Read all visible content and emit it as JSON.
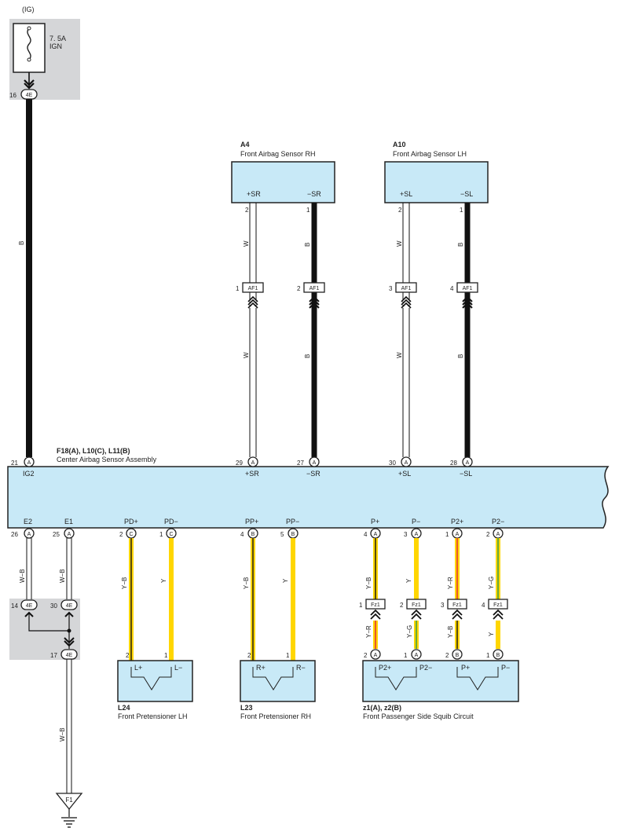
{
  "colors": {
    "box_fill": "#c8e9f7",
    "grey_fill": "#d5d6d8",
    "wire_black": "#111111",
    "wire_yellow": "#ffd600",
    "wire_red": "#e53935",
    "wire_green": "#43a047"
  },
  "fuse": {
    "ig_label": "(IG)",
    "rating": "7. 5A",
    "name": "IGN",
    "out_pin": "16",
    "out_conn": "4E",
    "wire_color": "B"
  },
  "a4": {
    "code": "A4",
    "name": "Front Airbag Sensor RH",
    "term_pos": "+SR",
    "term_neg": "−SR",
    "pin_pos": "2",
    "pin_neg": "1"
  },
  "a10": {
    "code": "A10",
    "name": "Front Airbag Sensor LH",
    "term_pos": "+SL",
    "term_neg": "−SL",
    "pin_pos": "2",
    "pin_neg": "1"
  },
  "af1": [
    {
      "pin": "1",
      "conn": "AF1",
      "wire": "W"
    },
    {
      "pin": "2",
      "conn": "AF1",
      "wire": "B"
    },
    {
      "pin": "3",
      "conn": "AF1",
      "wire": "W"
    },
    {
      "pin": "4",
      "conn": "AF1",
      "wire": "B"
    }
  ],
  "center": {
    "codes": "F18(A), L10(C), L11(B)",
    "name": "Center Airbag Sensor Assembly",
    "top_pins": [
      {
        "pin": "21",
        "conn": "A",
        "term": "IG2"
      },
      {
        "pin": "29",
        "conn": "A",
        "term": "+SR"
      },
      {
        "pin": "27",
        "conn": "A",
        "term": "−SR"
      },
      {
        "pin": "30",
        "conn": "A",
        "term": "+SL"
      },
      {
        "pin": "28",
        "conn": "A",
        "term": "−SL"
      }
    ],
    "bottom_pins": [
      {
        "pin": "26",
        "conn": "A",
        "term": "E2",
        "wire": "W−B"
      },
      {
        "pin": "25",
        "conn": "A",
        "term": "E1",
        "wire": "W−B"
      },
      {
        "pin": "2",
        "conn": "C",
        "term": "PD+",
        "wire": "Y−B"
      },
      {
        "pin": "1",
        "conn": "C",
        "term": "PD−",
        "wire": "Y"
      },
      {
        "pin": "4",
        "conn": "B",
        "term": "PP+",
        "wire": "Y−B"
      },
      {
        "pin": "5",
        "conn": "B",
        "term": "PP−",
        "wire": "Y"
      },
      {
        "pin": "4",
        "conn": "A",
        "term": "P+",
        "wire": "Y−B"
      },
      {
        "pin": "3",
        "conn": "A",
        "term": "P−",
        "wire": "Y"
      },
      {
        "pin": "1",
        "conn": "A",
        "term": "P2+",
        "wire": "Y−R"
      },
      {
        "pin": "2",
        "conn": "A",
        "term": "P2−",
        "wire": "Y−G"
      }
    ]
  },
  "ground_junction": {
    "in_left": {
      "pin": "14",
      "conn": "4E"
    },
    "in_right": {
      "pin": "30",
      "conn": "4E"
    },
    "out": {
      "pin": "17",
      "conn": "4E",
      "wire": "W−B"
    },
    "ground": "F1"
  },
  "fz1": [
    {
      "pin": "1",
      "conn": "Fz1",
      "wire": "Y−R"
    },
    {
      "pin": "2",
      "conn": "Fz1",
      "wire": "Y−G"
    },
    {
      "pin": "3",
      "conn": "Fz1",
      "wire": "Y−B"
    },
    {
      "pin": "4",
      "conn": "Fz1",
      "wire": "Y"
    }
  ],
  "l24": {
    "code": "L24",
    "name": "Front Pretensioner LH",
    "term_pos": "L+",
    "term_neg": "L−",
    "pin_pos": "2",
    "pin_neg": "1"
  },
  "l23": {
    "code": "L23",
    "name": "Front Pretensioner RH",
    "term_pos": "R+",
    "term_neg": "R−",
    "pin_pos": "2",
    "pin_neg": "1"
  },
  "z1": {
    "code": "z1(A), z2(B)",
    "name": "Front Passenger Side Squib Circuit",
    "terms": [
      "P2+",
      "P2−",
      "P+",
      "P−"
    ],
    "pins": [
      {
        "pin": "2",
        "conn": "A"
      },
      {
        "pin": "1",
        "conn": "A"
      },
      {
        "pin": "2",
        "conn": "B"
      },
      {
        "pin": "1",
        "conn": "B"
      }
    ]
  }
}
